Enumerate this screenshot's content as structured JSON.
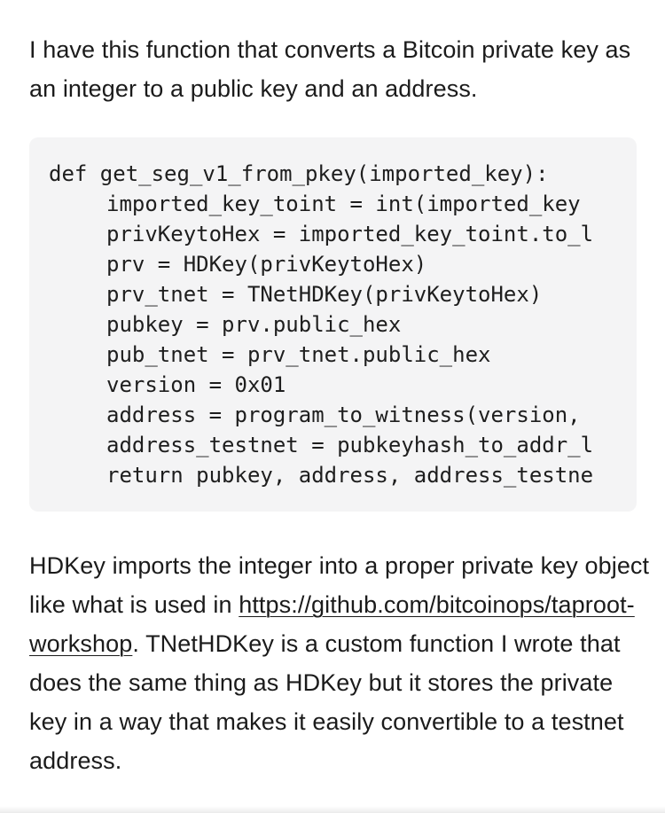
{
  "intro": {
    "text": "I have this function that converts a Bitcoin private key as an integer to a public key and an address."
  },
  "code": {
    "lines": [
      "def get_seg_v1_from_pkey(imported_key):",
      "imported_key_toint = int(imported_key",
      "privKeytoHex = imported_key_toint.to_l",
      "prv = HDKey(privKeytoHex)",
      "prv_tnet = TNetHDKey(privKeytoHex)",
      "pubkey = prv.public_hex",
      "pub_tnet = prv_tnet.public_hex",
      "version = 0x01",
      "address = program_to_witness(version,",
      "address_testnet = pubkeyhash_to_addr_l",
      "return pubkey, address, address_testne"
    ]
  },
  "explanation": {
    "before_link": "HDKey imports the integer into a proper private key object like what is used in ",
    "link_text": "https://github.com/bitcoinops/taproot-workshop",
    "after_link": ". TNetHDKey is a custom function I wrote that does the same thing as HDKey but it stores the private key in a way that makes it easily convertible to a testnet address."
  },
  "colors": {
    "text": "#1b1b1b",
    "code_background": "#f4f4f5",
    "page_background": "#ffffff"
  }
}
